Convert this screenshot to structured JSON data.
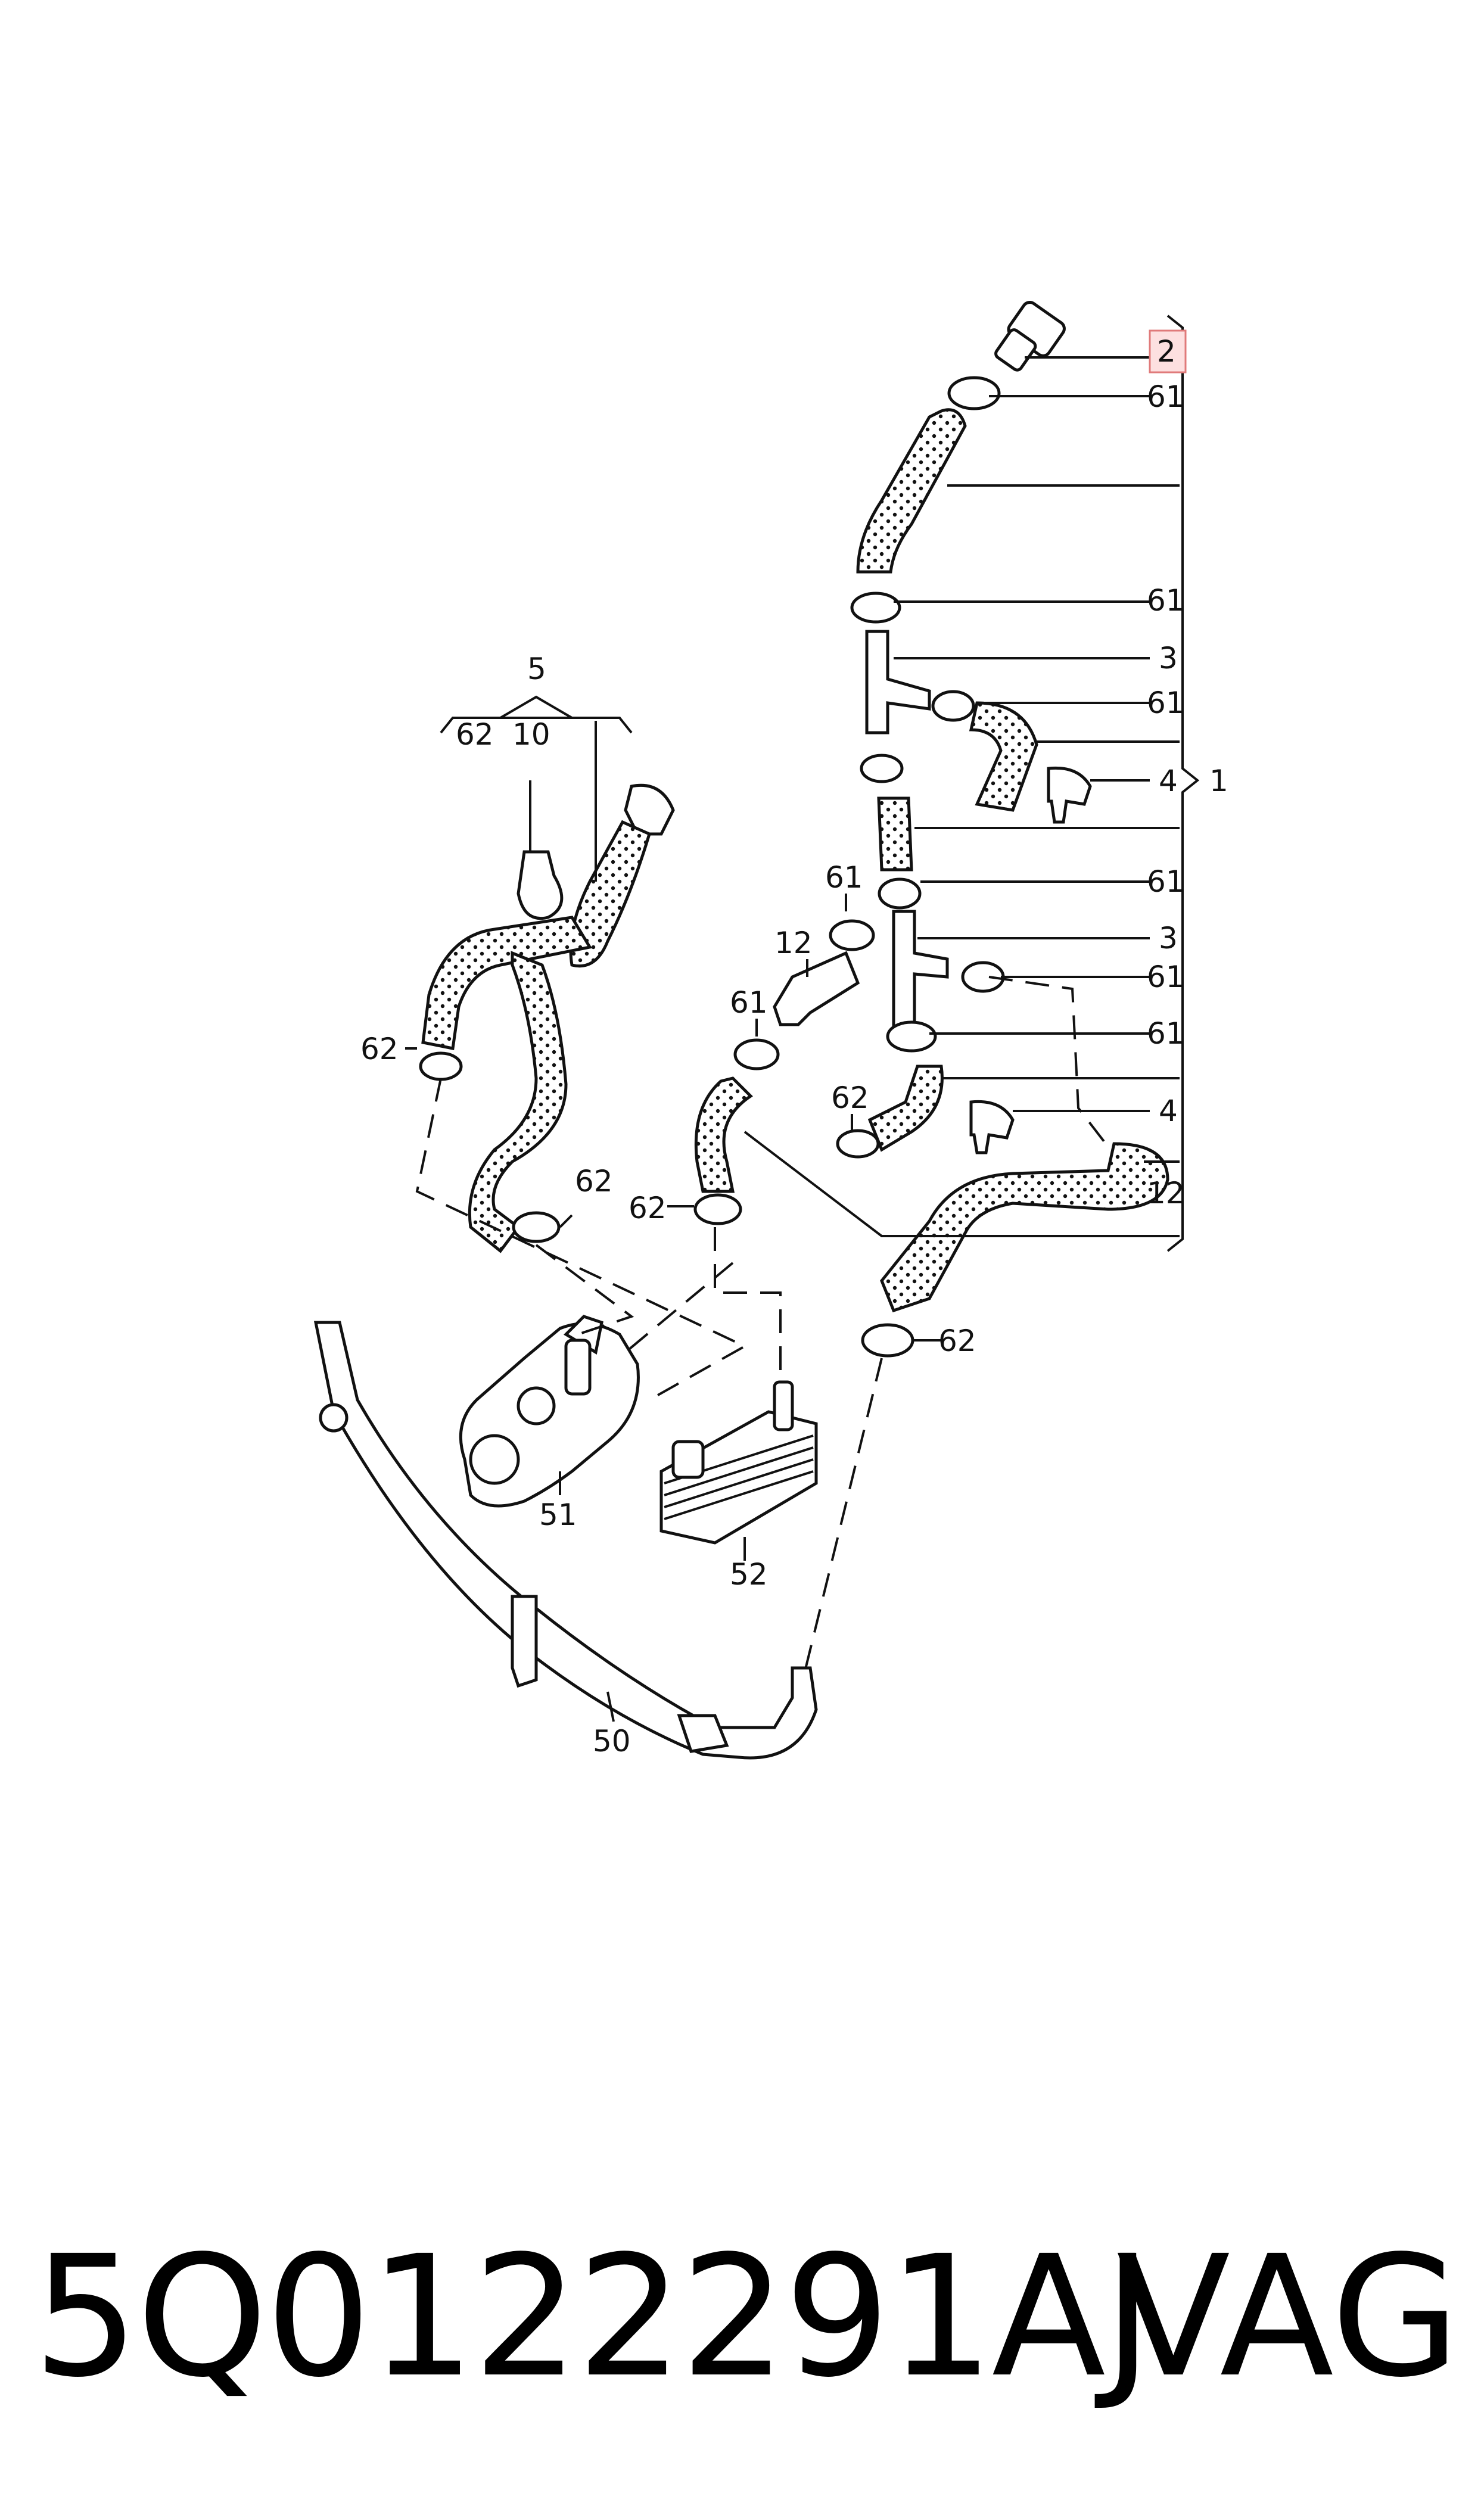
{
  "callouts": {
    "c2": "2",
    "c61a": "61",
    "c61b": "61",
    "c3a": "3",
    "c61c": "61",
    "c4a": "4",
    "c1": "1",
    "c61d": "61",
    "c3b": "3",
    "c61e": "61",
    "c61f": "61",
    "c4b": "4",
    "c12a": "12",
    "c5": "5",
    "c62a": "62",
    "c10": "10",
    "c62b": "62",
    "c61g": "61",
    "c12b": "12",
    "c61h": "61",
    "c62c": "62",
    "c62d": "62",
    "c62e": "62",
    "c62f": "62",
    "c51": "51",
    "c52": "52",
    "c50": "50"
  },
  "footer": {
    "part_number": "5Q0122291AJ",
    "brand": "VAG"
  },
  "colors": {
    "highlight_fill": "#fde0e0",
    "highlight_stroke": "#e07a7a",
    "line": "#111111"
  }
}
